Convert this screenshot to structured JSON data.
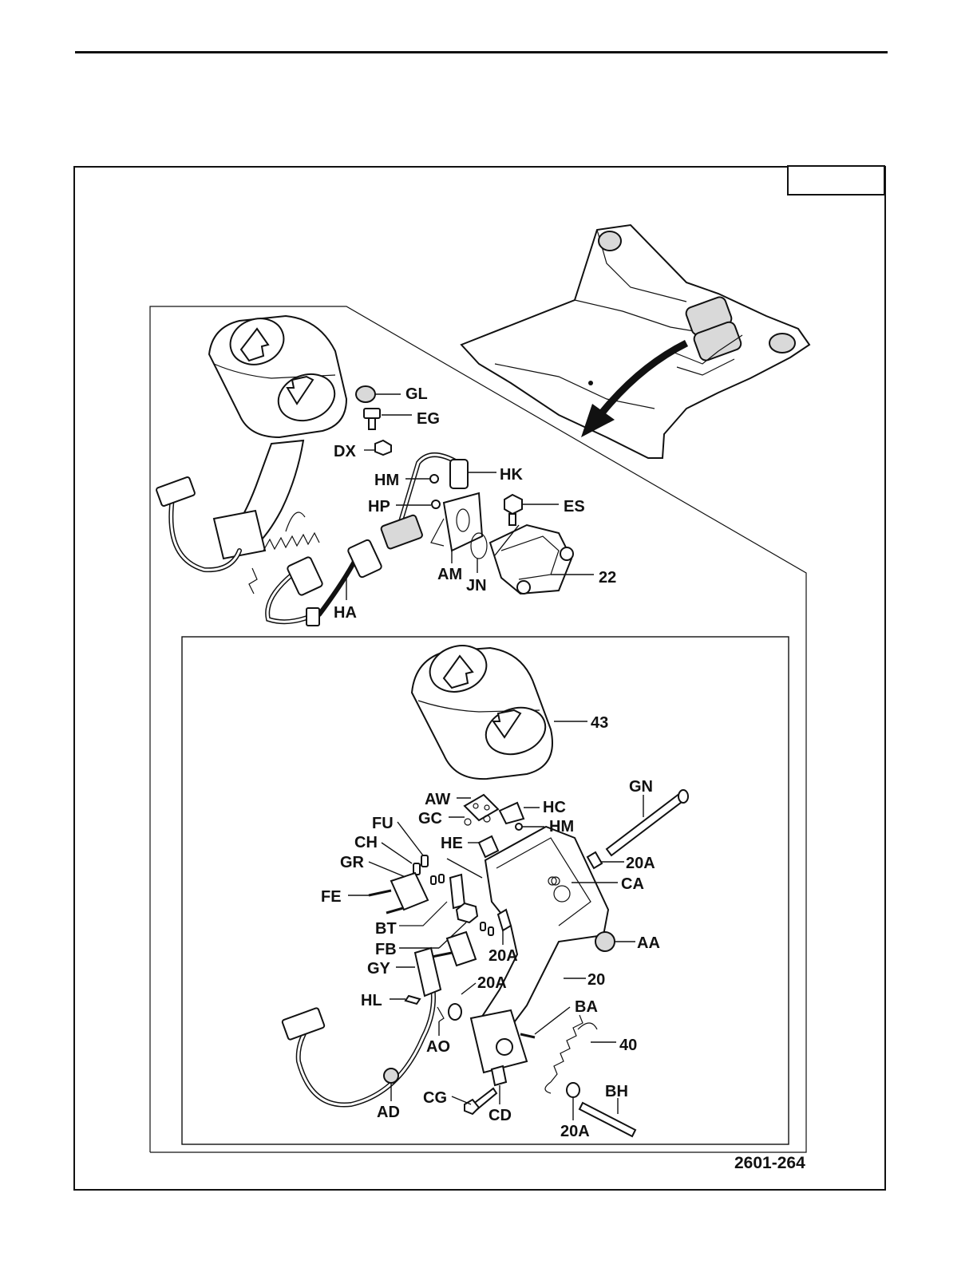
{
  "figure": {
    "number": "2601-264",
    "ref_box_text": ""
  },
  "callouts": {
    "GL": "GL",
    "EG": "EG",
    "DX": "DX",
    "HM": "HM",
    "HK": "HK",
    "HP": "HP",
    "ES": "ES",
    "AM": "AM",
    "JN": "JN",
    "n22": "22",
    "HA": "HA",
    "n43": "43",
    "GN": "GN",
    "AW": "AW",
    "HC": "HC",
    "HM2": "HM",
    "FU": "FU",
    "GC": "GC",
    "CH": "CH",
    "HE": "HE",
    "GR": "GR",
    "n20A_a": "20A",
    "CA": "CA",
    "FE": "FE",
    "BT": "BT",
    "AA": "AA",
    "FB": "FB",
    "n20A_b": "20A",
    "GY": "GY",
    "n20": "20",
    "n20A_c": "20A",
    "HL": "HL",
    "BA": "BA",
    "AO": "AO",
    "n40": "40",
    "BH": "BH",
    "CG": "CG",
    "CD": "CD",
    "AD": "AD",
    "n20A_d": "20A"
  }
}
